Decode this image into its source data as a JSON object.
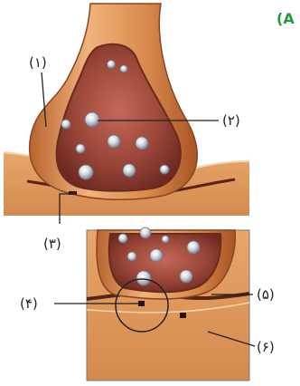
{
  "labels": {
    "corner_mark": "(A",
    "l1": "(۱)",
    "l2": "(۲)",
    "l3": "(۳)",
    "l4": "(۴)",
    "l5": "(۵)",
    "l6": "(۶)"
  },
  "colors": {
    "membrane_outer": "#d98a4c",
    "membrane_highlight": "#f1b37c",
    "cytoplasm": "#9a4638",
    "cleft": "#5a2414",
    "postsynaptic": "#e3a064",
    "vesicle": "#d9dde4",
    "label_green": "#1f9a3e"
  }
}
